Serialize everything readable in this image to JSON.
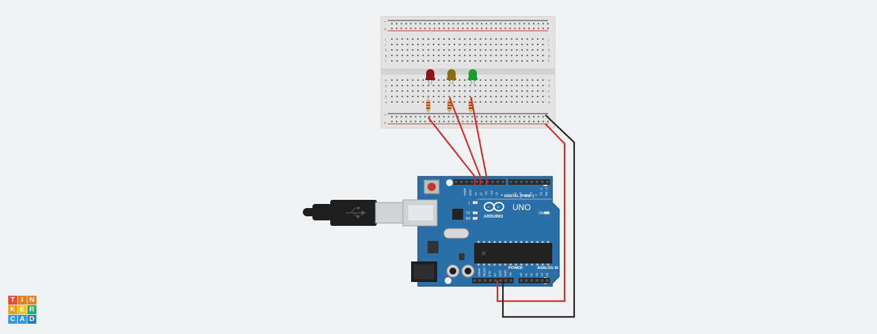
{
  "breadboard": {
    "plus_sign": "+",
    "minus_sign": "−",
    "row_labels_top": [
      "j",
      "i",
      "h",
      "g",
      "f"
    ],
    "row_labels_bottom": [
      "e",
      "d",
      "c",
      "b",
      "a"
    ],
    "columns": 30
  },
  "leds": [
    {
      "name": "red-led",
      "color": "#8c1414"
    },
    {
      "name": "yellow-led",
      "color": "#8a6d10"
    },
    {
      "name": "green-led",
      "color": "#1f9a2f"
    }
  ],
  "arduino": {
    "brand": "ARDUINO",
    "model": "UNO",
    "digital_label": "DIGITAL (PWM~)",
    "power_label": "POWER",
    "analog_label": "ANALOG IN",
    "on_label": "ON",
    "led_l": "L",
    "led_tx": "TX",
    "led_rx": "RX",
    "aref_label": "AREF",
    "gnd_label": "GND",
    "digital_pins": [
      "13",
      "12",
      "~11",
      "~10",
      "~9",
      "8",
      "7",
      "~6",
      "~5",
      "4",
      "~3",
      "2",
      "TX→1",
      "RX←0"
    ],
    "power_pins": [
      "IOREF",
      "RESET",
      "3.3V",
      "5V",
      "GND",
      "GND",
      "Vin"
    ],
    "analog_pins": [
      "A0",
      "A1",
      "A2",
      "A3",
      "A4",
      "A5"
    ],
    "colors": {
      "board": "#2a6fa8",
      "board_dark": "#1d5a8e",
      "header": "#2b2b2b"
    }
  },
  "wires": {
    "red": "#d42a2a",
    "black": "#1e1e1e"
  },
  "logo": {
    "letters": [
      "T",
      "I",
      "N",
      "K",
      "E",
      "R",
      "C",
      "A",
      "D"
    ],
    "colors": [
      "#e64c3c",
      "#e67e22",
      "#e67e22",
      "#f39c12",
      "#f1c40f",
      "#27ae60",
      "#3498db",
      "#3498db",
      "#2980b9"
    ]
  }
}
